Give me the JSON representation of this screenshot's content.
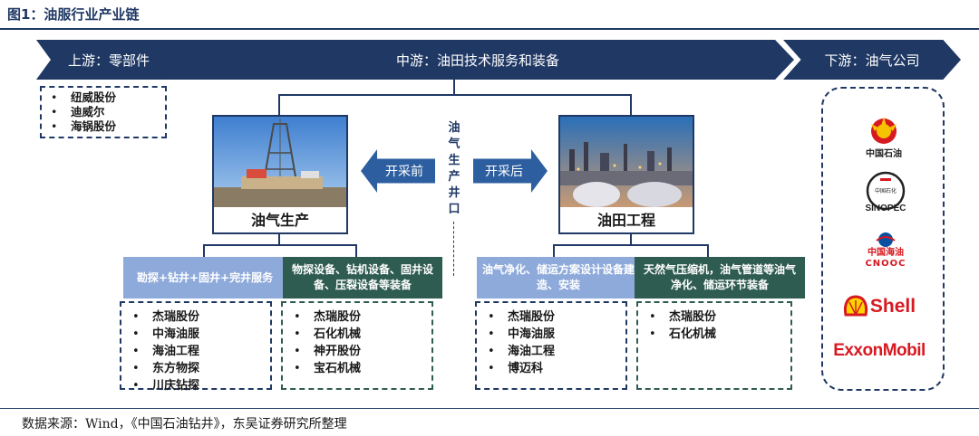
{
  "figure": {
    "title": "图1：油服行业产业链",
    "source": "数据来源：Wind，《中国石油钻井》，东吴证券研究所整理"
  },
  "banners": {
    "upstream": "上游：零部件",
    "midstream": "中游：油田技术服务和装备",
    "downstream": "下游：油气公司"
  },
  "upstream_companies": [
    "纽威股份",
    "迪威尔",
    "海锅股份"
  ],
  "center_label": "油气生产井口",
  "arrows": {
    "before": "开采前",
    "after": "开采后"
  },
  "cards": {
    "oil_gas_production": "油气生产",
    "oilfield_engineering": "油田工程"
  },
  "categories": [
    {
      "title": "勘探+钻井+固井+完井服务",
      "companies": [
        "杰瑞股份",
        "中海油服",
        "海油工程",
        "东方物探",
        "川庆钻探"
      ]
    },
    {
      "title": "物探设备、钻机设备、固井设备、压裂设备等装备",
      "companies": [
        "杰瑞股份",
        "石化机械",
        "神开股份",
        "宝石机械"
      ]
    },
    {
      "title": "油气净化、储运方案设计设备建造、安装",
      "companies": [
        "杰瑞股份",
        "中海油服",
        "海油工程",
        "博迈科"
      ]
    },
    {
      "title": "天然气压缩机，油气管道等油气净化、储运环节装备",
      "companies": [
        "杰瑞股份",
        "石化机械"
      ]
    }
  ],
  "downstream_logos": {
    "petrochina": "中国石油",
    "sinopec": "SINOPEC",
    "sinopec_cn": "中国石化",
    "cnooc_cn": "中国海油",
    "cnooc": "CNOOC",
    "shell": "Shell",
    "exxonmobil": "ExxonMobil"
  },
  "colors": {
    "navy": "#1f3864",
    "lightblue": "#8eaadb",
    "darkgreen": "#2f5c50",
    "arrow": "#2d5fa0",
    "red": "#d71921"
  }
}
